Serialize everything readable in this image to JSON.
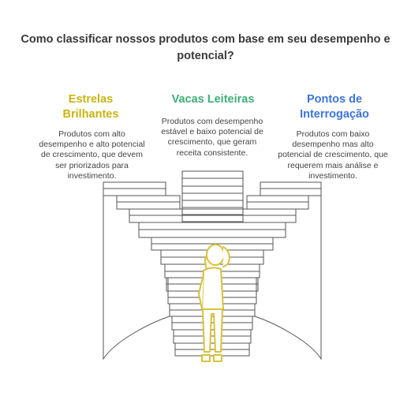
{
  "title": "Como classificar nossos produtos com base em seu desempenho e potencial?",
  "columns": [
    {
      "title": "Estrelas Brilhantes",
      "description": "Produtos com alto desempenho e alto potencial de crescimento, que devem ser priorizados para investimento.",
      "color": "#c9b414"
    },
    {
      "title": "Vacas Leiteiras",
      "description": "Produtos com desempenho estável e baixo potencial de crescimento, que geram receita consistente.",
      "color": "#3fae7a"
    },
    {
      "title": "Pontos de Interrogação",
      "description": "Produtos com baixo desempenho mas alto potencial de crescimento, que requerem mais análise e investimento.",
      "color": "#3d73d9"
    }
  ],
  "colors": {
    "text": "#3a3a3a",
    "line": "#555555",
    "person": "#d8c23a"
  }
}
